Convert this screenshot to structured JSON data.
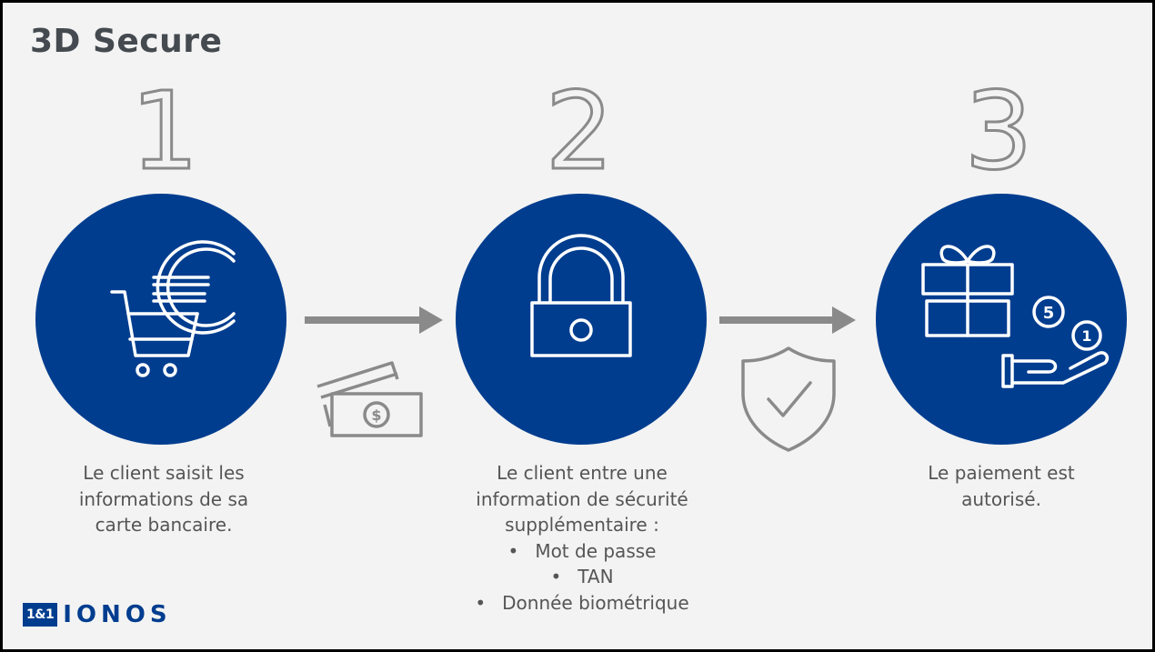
{
  "title": "3D Secure",
  "colors": {
    "circle": "#003d8f",
    "arrow": "#8a8a8a",
    "text": "#555555",
    "background": "#f3f3f3"
  },
  "steps": [
    {
      "number": "1",
      "icon": "shopping-cart-euro-icon",
      "caption_lines": [
        "Le client saisit les",
        "informations de sa",
        "carte bancaire."
      ]
    },
    {
      "number": "2",
      "icon": "padlock-icon",
      "caption_lines": [
        "Le client entre une",
        "information de sécurité",
        "supplémentaire :"
      ],
      "bullets": [
        "Mot de passe",
        "TAN",
        "Donnée biométrique"
      ]
    },
    {
      "number": "3",
      "icon": "gift-coins-hand-icon",
      "caption_lines": [
        "Le paiement est",
        "autorisé."
      ]
    }
  ],
  "connectors": [
    {
      "icon": "banknotes-icon"
    },
    {
      "icon": "shield-check-icon"
    }
  ],
  "logo": {
    "box": "1&1",
    "text": "IONOS"
  }
}
